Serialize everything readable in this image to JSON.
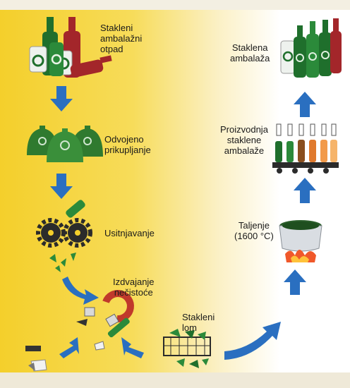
{
  "steps": {
    "waste": "Stakleni\nambalažni\notpad",
    "collection": "Odvojeno\nprikupljanje",
    "crushing": "Usitnjavanje",
    "impurities": "Izdvajanje\nnečistoće",
    "cullet": "Stakleni\nlom",
    "melting": "Taljenje\n(1600 °C)",
    "production": "Proizvodnja\nstaklene\nambalaže",
    "packaging": "Staklena\nambalaža"
  },
  "colors": {
    "arrow": "#2a6fc0",
    "glass_green": "#1f6f2c",
    "glass_red": "#a3262a",
    "background": "#f4cf2b"
  }
}
